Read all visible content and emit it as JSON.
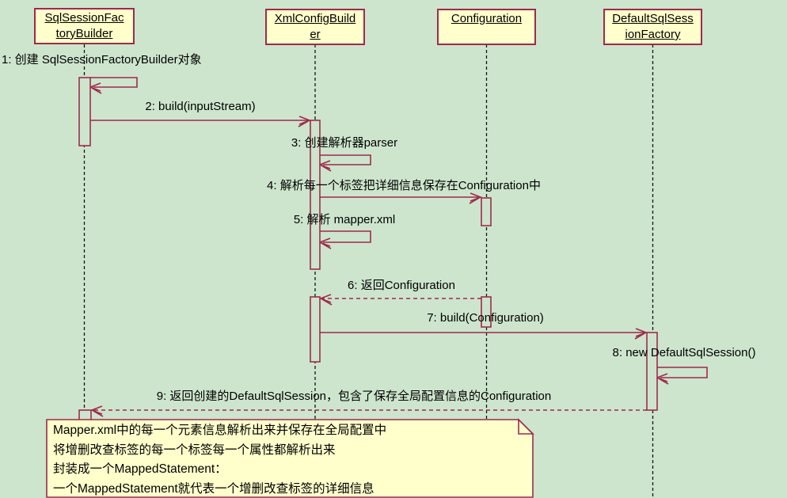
{
  "diagram": {
    "type": "uml-sequence-diagram",
    "participants": [
      {
        "id": "sqlsessionfactorybuilder",
        "name": "SqlSessionFactoryBuilder",
        "line1": "SqlSessionFac",
        "line2": "toryBuilder"
      },
      {
        "id": "xmlconfigbuilder",
        "name": "XmlConfigBuilder",
        "line1": "XmlConfigBuild",
        "line2": "er"
      },
      {
        "id": "configuration",
        "name": "Configuration",
        "line1": "Configuration",
        "line2": ""
      },
      {
        "id": "defaultsqlsessionfactory",
        "name": "DefaultSqlSessionFactory",
        "line1": "DefaultSqlSess",
        "line2": "ionFactory"
      }
    ],
    "messages": [
      {
        "seq": "1",
        "kind": "self-call",
        "from": "SqlSessionFactoryBuilder",
        "to": "SqlSessionFactoryBuilder",
        "label": "1: 创建 SqlSessionFactoryBuilder对象"
      },
      {
        "seq": "2",
        "kind": "call",
        "from": "SqlSessionFactoryBuilder",
        "to": "XmlConfigBuilder",
        "label": "2: build(inputStream)"
      },
      {
        "seq": "3",
        "kind": "self-call",
        "from": "XmlConfigBuilder",
        "to": "XmlConfigBuilder",
        "label": "3: 创建解析器parser"
      },
      {
        "seq": "4",
        "kind": "call",
        "from": "XmlConfigBuilder",
        "to": "Configuration",
        "label": "4: 解析每一个标签把详细信息保存在Configuration中"
      },
      {
        "seq": "5",
        "kind": "self-call",
        "from": "XmlConfigBuilder",
        "to": "XmlConfigBuilder",
        "label": "5: 解析 mapper.xml"
      },
      {
        "seq": "6",
        "kind": "return",
        "from": "Configuration",
        "to": "XmlConfigBuilder",
        "label": "6: 返回Configuration"
      },
      {
        "seq": "7",
        "kind": "call",
        "from": "XmlConfigBuilder",
        "to": "DefaultSqlSessionFactory",
        "label": "7: build(Configuration)"
      },
      {
        "seq": "8",
        "kind": "self-call",
        "from": "DefaultSqlSessionFactory",
        "to": "DefaultSqlSessionFactory",
        "label": "8: new DefaultSqlSession()"
      },
      {
        "seq": "9",
        "kind": "return",
        "from": "DefaultSqlSessionFactory",
        "to": "SqlSessionFactoryBuilder",
        "label": "9: 返回创建的DefaultSqlSession，包含了保存全局配置信息的Configuration"
      }
    ],
    "note": {
      "lines": [
        "Mapper.xml中的每一个元素信息解析出来并保存在全局配置中",
        "将增删改查标签的每一个标签每一个属性都解析出来",
        "封装成一个MappedStatement：",
        "一个MappedStatement就代表一个增删改查标签的详细信息"
      ]
    },
    "colors": {
      "background": "#cde5cd",
      "line": "#9e2a4d",
      "box_fill": "#ffffcc",
      "lifeline": "#141414",
      "text": "#000000"
    }
  }
}
